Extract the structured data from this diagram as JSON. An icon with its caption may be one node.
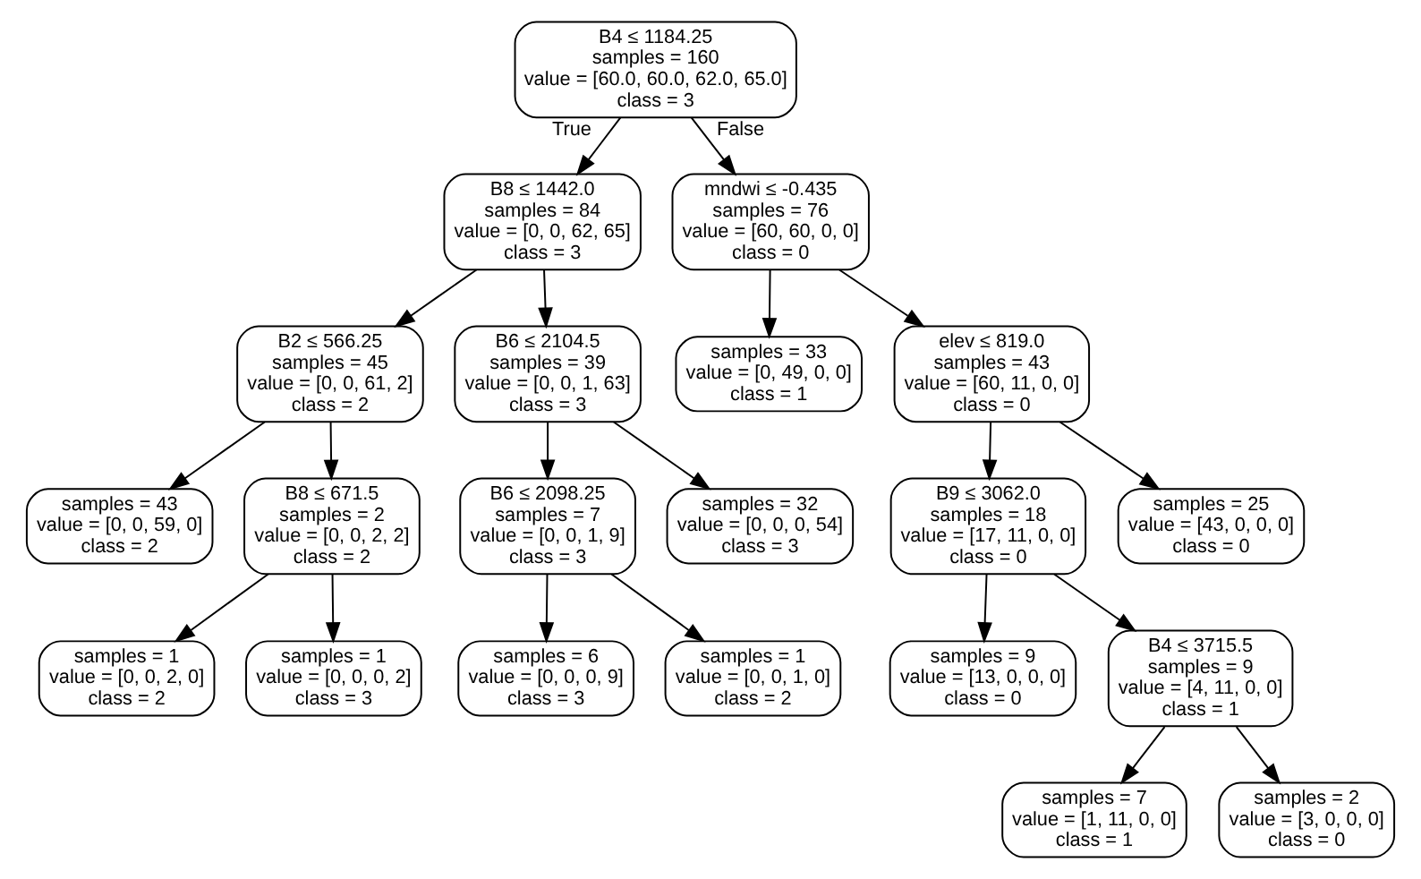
{
  "diagram": {
    "nodes": [
      {
        "text": [
          "B4 ≤ 1184.25",
          "samples = 160",
          "value = [60.0, 60.0, 62.0, 65.0]",
          "class = 3"
        ]
      },
      {
        "text": [
          "B8 ≤ 1442.0",
          "samples = 84",
          "value = [0, 0, 62, 65]",
          "class = 3"
        ]
      },
      {
        "text": [
          "mndwi ≤ -0.435",
          "samples = 76",
          "value = [60, 60, 0, 0]",
          "class = 0"
        ]
      },
      {
        "text": [
          "B2 ≤ 566.25",
          "samples = 45",
          "value = [0, 0, 61, 2]",
          "class = 2"
        ]
      },
      {
        "text": [
          "B6 ≤ 2104.5",
          "samples = 39",
          "value = [0, 0, 1, 63]",
          "class = 3"
        ]
      },
      {
        "text": [
          "samples = 33",
          "value = [0, 49, 0, 0]",
          "class = 1"
        ]
      },
      {
        "text": [
          "elev ≤ 819.0",
          "samples = 43",
          "value = [60, 11, 0, 0]",
          "class = 0"
        ]
      },
      {
        "text": [
          "samples = 43",
          "value = [0, 0, 59, 0]",
          "class = 2"
        ]
      },
      {
        "text": [
          "B8 ≤ 671.5",
          "samples = 2",
          "value = [0, 0, 2, 2]",
          "class = 2"
        ]
      },
      {
        "text": [
          "B6 ≤ 2098.25",
          "samples = 7",
          "value = [0, 0, 1, 9]",
          "class = 3"
        ]
      },
      {
        "text": [
          "samples = 32",
          "value = [0, 0, 0, 54]",
          "class = 3"
        ]
      },
      {
        "text": [
          "B9 ≤ 3062.0",
          "samples = 18",
          "value = [17, 11, 0, 0]",
          "class = 0"
        ]
      },
      {
        "text": [
          "samples = 25",
          "value = [43, 0, 0, 0]",
          "class = 0"
        ]
      },
      {
        "text": [
          "samples = 1",
          "value = [0, 0, 2, 0]",
          "class = 2"
        ]
      },
      {
        "text": [
          "samples = 1",
          "value = [0, 0, 0, 2]",
          "class = 3"
        ]
      },
      {
        "text": [
          "samples = 6",
          "value = [0, 0, 0, 9]",
          "class = 3"
        ]
      },
      {
        "text": [
          "samples = 1",
          "value = [0, 0, 1, 0]",
          "class = 2"
        ]
      },
      {
        "text": [
          "samples = 9",
          "value = [13, 0, 0, 0]",
          "class = 0"
        ]
      },
      {
        "text": [
          "B4 ≤ 3715.5",
          "samples = 9",
          "value = [4, 11, 0, 0]",
          "class = 1"
        ]
      },
      {
        "text": [
          "samples = 7",
          "value = [1, 11, 0, 0]",
          "class = 1"
        ]
      },
      {
        "text": [
          "samples = 2",
          "value = [3, 0, 0, 0]",
          "class = 0"
        ]
      }
    ],
    "edges": [
      {
        "from": 0,
        "to": 1,
        "arrow": "to",
        "label": "True"
      },
      {
        "from": 0,
        "to": 2,
        "arrow": "to",
        "label": "False"
      },
      {
        "from": 1,
        "to": 3,
        "arrow": "to"
      },
      {
        "from": 1,
        "to": 4,
        "arrow": "to"
      },
      {
        "from": 2,
        "to": 5,
        "arrow": "to"
      },
      {
        "from": 2,
        "to": 6,
        "arrow": "to"
      },
      {
        "from": 3,
        "to": 7,
        "arrow": "to"
      },
      {
        "from": 3,
        "to": 8,
        "arrow": "to"
      },
      {
        "from": 4,
        "to": 9,
        "arrow": "to"
      },
      {
        "from": 4,
        "to": 10,
        "arrow": "to"
      },
      {
        "from": 6,
        "to": 11,
        "arrow": "to"
      },
      {
        "from": 6,
        "to": 12,
        "arrow": "to"
      },
      {
        "from": 8,
        "to": 13,
        "arrow": "to"
      },
      {
        "from": 8,
        "to": 14,
        "arrow": "to"
      },
      {
        "from": 9,
        "to": 15,
        "arrow": "to"
      },
      {
        "from": 9,
        "to": 16,
        "arrow": "to"
      },
      {
        "from": 11,
        "to": 17,
        "arrow": "to"
      },
      {
        "from": 11,
        "to": 18,
        "arrow": "to"
      },
      {
        "from": 18,
        "to": 19,
        "arrow": "to"
      },
      {
        "from": 18,
        "to": 20,
        "arrow": "to"
      }
    ]
  }
}
